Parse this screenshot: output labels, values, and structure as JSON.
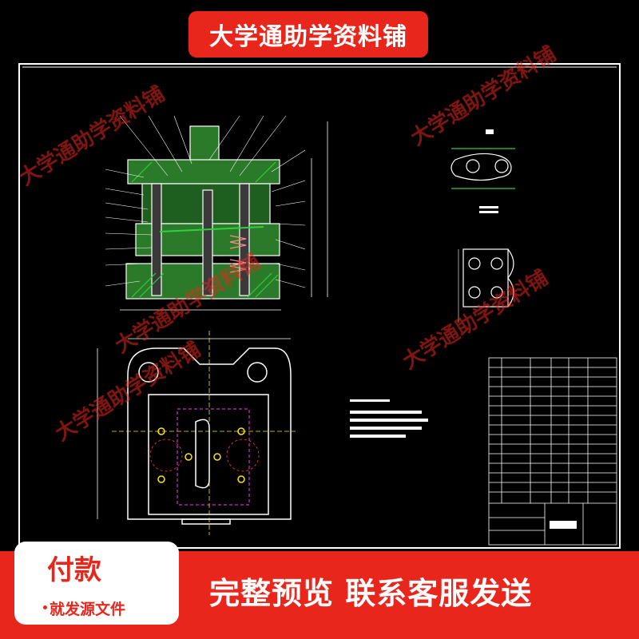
{
  "banner": {
    "title": "大学通助学资料铺"
  },
  "watermark": {
    "text": "大学通助学资料铺"
  },
  "pay_card": {
    "title": "付款",
    "subtitle": "就发源文件"
  },
  "footer": {
    "text": "完整预览  联系客服发送"
  },
  "colors": {
    "accent": "#e8261c",
    "cad_green": "#2fd13c",
    "cad_white": "#ffffff",
    "cad_yellow": "#ffe600",
    "cad_magenta": "#ff3cff"
  }
}
